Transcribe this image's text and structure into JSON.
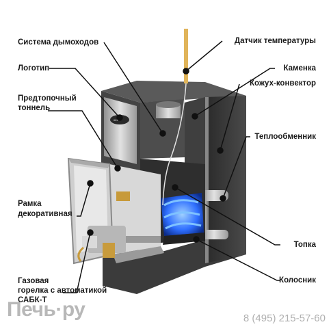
{
  "labels": {
    "chimney_system": "Система дымоходов",
    "logo": "Логотип",
    "prefurnace_tunnel_1": "Предтопочный",
    "prefurnace_tunnel_2": "тоннель",
    "frame_1": "Рамка",
    "frame_2": "декоративная",
    "gas_burner_1": "Газовая",
    "gas_burner_2": "горелка с автоматикой",
    "gas_burner_3": "САБК-Т",
    "temp_sensor": "Датчик температуры",
    "stone_box": "Каменка",
    "casing_convector": "Кожух-конвектор",
    "heat_exchanger": "Теплообменник",
    "firebox": "Топка",
    "grate": "Колосник"
  },
  "brand": {
    "logo_text": "Печь·ру",
    "phone": "8 (495) 215-57-60"
  },
  "colors": {
    "body_dark": "#3a3a3a",
    "steel": "#c9c9c9",
    "flame_blue": "#2f6fff",
    "leader_line": "#111111",
    "sensor": "#e0b45a"
  }
}
